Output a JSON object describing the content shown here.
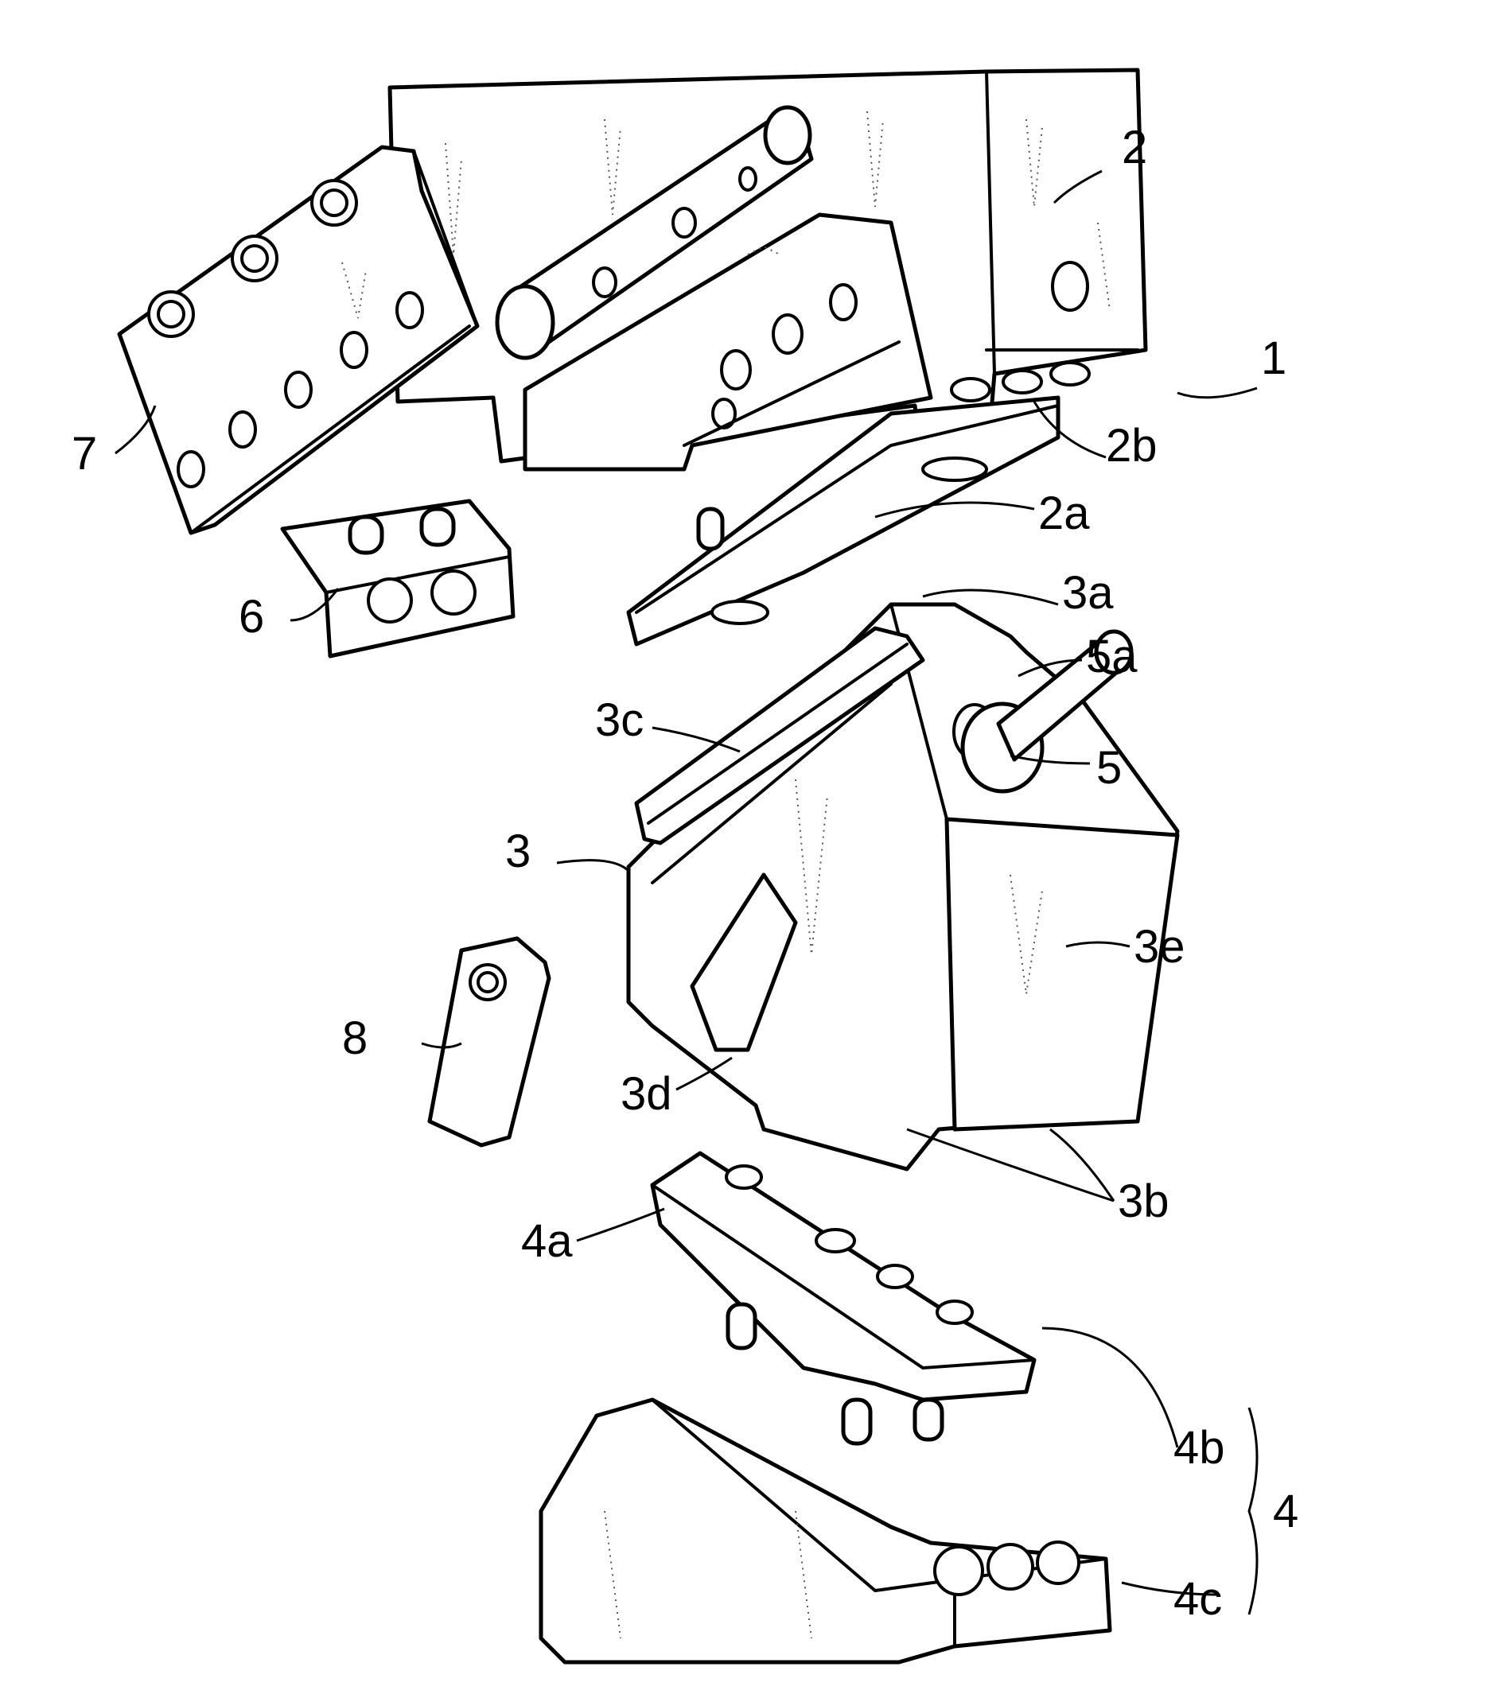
{
  "labels": {
    "l1": "1",
    "l2": "2",
    "l2a": "2a",
    "l2b": "2b",
    "l3": "3",
    "l3a": "3a",
    "l3b": "3b",
    "l3c": "3c",
    "l3d": "3d",
    "l3e": "3e",
    "l4": "4",
    "l4a": "4a",
    "l4b": "4b",
    "l4c": "4c",
    "l5": "5",
    "l5a": "5a",
    "l6": "6",
    "l7": "7",
    "l8": "8"
  }
}
